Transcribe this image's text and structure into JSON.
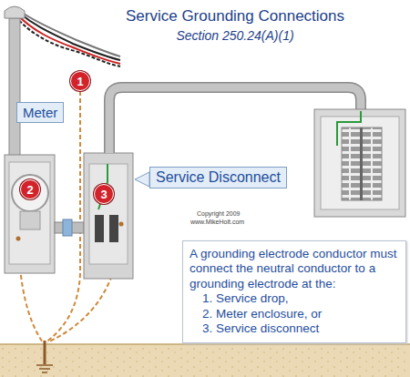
{
  "diagram": {
    "title": "Service Grounding Connections",
    "nodes": [
      {
        "text": [
          "1"
        ]
      },
      {
        "text": [
          "Meter"
        ]
      },
      {
        "text": [
          "Service Disconnect"
        ]
      },
      {
        "text": [
          "2"
        ]
      },
      {
        "text": [
          "3"
        ]
      },
      {
        "text": [
          "A grounding electrode conductor must connect the neutral conductor to a grounding electrode at the:",
          "1. Service drop,",
          "2. Meter enclosure, or",
          "3. Service disconnect"
        ]
      }
    ],
    "labels": [
      "Section 250.24(A)(1)",
      "Copyright 2009",
      "www.MikeHolt.com"
    ]
  }
}
